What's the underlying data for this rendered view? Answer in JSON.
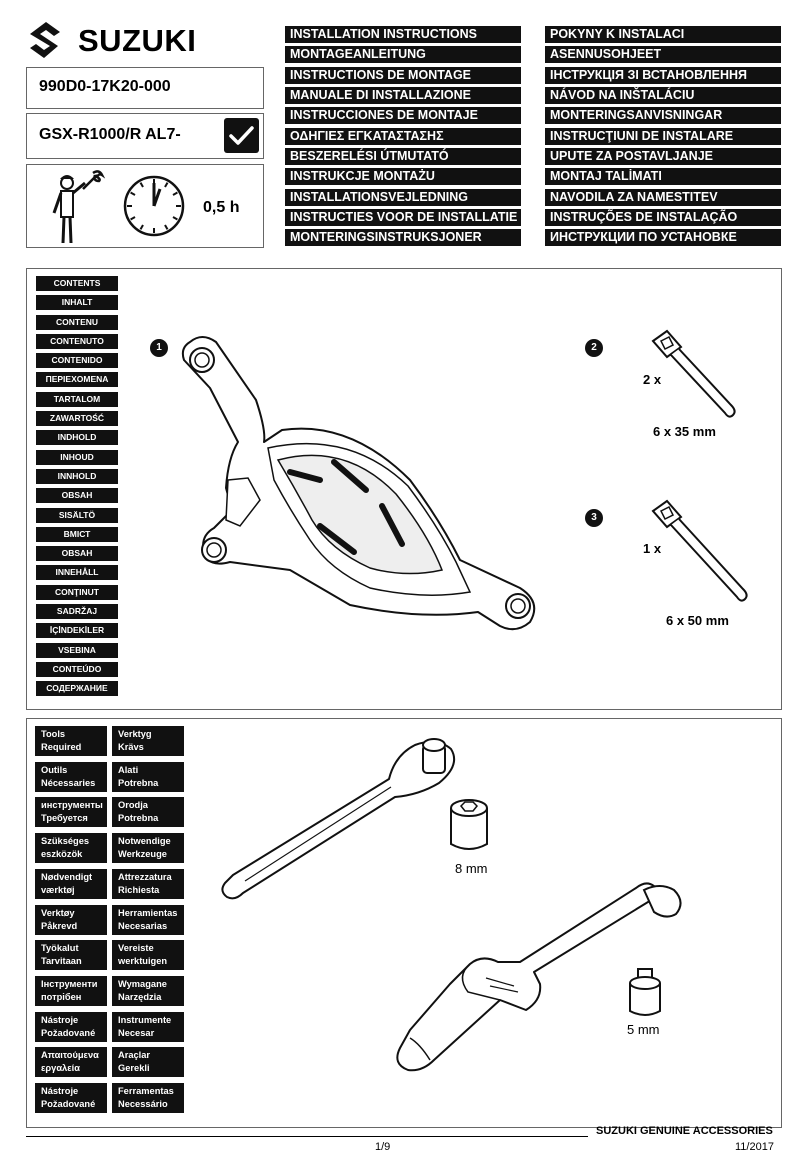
{
  "header": {
    "brand": "SUZUKI",
    "part_number": "990D0-17K20-000",
    "model": "GSX-R1000/R AL7-",
    "time": "0,5 h"
  },
  "titles_left": [
    "INSTALLATION INSTRUCTIONS",
    "MONTAGEANLEITUNG",
    "INSTRUCTIONS DE MONTAGE",
    "MANUALE DI INSTALLAZIONE",
    "INSTRUCCIONES DE MONTAJE",
    "ΟΔΗΓΙΕΣ ΕΓΚΑΤΑΣΤΑΣΗΣ",
    "BESZERELÉSI ÚTMUTATÓ",
    "INSTRUKCJE MONTAŻU",
    "INSTALLATIONSVEJLEDNING",
    "INSTRUCTIES VOOR DE INSTALLATIE",
    "MONTERINGSINSTRUKSJONER"
  ],
  "titles_right": [
    "POKYNY K INSTALACI",
    "ASENNUSOHJEET",
    "ІНСТРУКЦІЯ ЗІ ВСТАНОВЛЕННЯ",
    "NÁVOD NA INŠTALÁCIU",
    "MONTERINGSANVISNINGAR",
    "INSTRUCŢIUNI DE INSTALARE",
    "UPUTE ZA POSTAVLJANJE",
    "MONTAJ TALİMATI",
    "NAVODILA ZA NAMESTITEV",
    "INSTRUÇÕES DE INSTALAÇÃO",
    "ИНСТРУКЦИИ ПО УСТАНОВКЕ"
  ],
  "contents": [
    "CONTENTS",
    "INHALT",
    "CONTENU",
    "CONTENUTO",
    "CONTENIDO",
    "ΠΕΡΙΕΧΟΜΕΝΑ",
    "TARTALOM",
    "ZAWARTOŚĆ",
    "INDHOLD",
    "INHOUD",
    "INNHOLD",
    "OBSAH",
    "SISÄLTÖ",
    "ВМІСТ",
    "OBSAH",
    "INNEHÅLL",
    "CONŢINUT",
    "SADRŽAJ",
    "İÇİNDEKİLER",
    "VSEBINA",
    "CONTEÚDO",
    "СОДЕРЖАНИЕ"
  ],
  "parts": [
    {
      "number": "1"
    },
    {
      "number": "2",
      "qty": "2 x",
      "size": "6 x 35 mm"
    },
    {
      "number": "3",
      "qty": "1 x",
      "size": "6 x 50 mm"
    }
  ],
  "tools_left": [
    [
      "Tools",
      "Required"
    ],
    [
      "Outils",
      "Nécessaries"
    ],
    [
      "инструменты",
      "Требуется"
    ],
    [
      "Szükséges",
      "eszközök"
    ],
    [
      "Nødvendigt",
      "værktøj"
    ],
    [
      "Verktøy",
      "Påkrevd"
    ],
    [
      "Työkalut",
      "Tarvitaan"
    ],
    [
      "Інструменти",
      "потрібен"
    ],
    [
      "Nástroje",
      "Požadované"
    ],
    [
      "Απαιτούμενα",
      "εργαλεία"
    ],
    [
      "Nástroje",
      "Požadované"
    ]
  ],
  "tools_right": [
    [
      "Verktyg",
      "Krävs"
    ],
    [
      "Alati",
      "Potrebna"
    ],
    [
      "Orodja",
      "Potrebna"
    ],
    [
      "Notwendige",
      "Werkzeuge"
    ],
    [
      "Attrezzatura",
      "Richiesta"
    ],
    [
      "Herramientas",
      "Necesarias"
    ],
    [
      "Vereiste",
      "werktuigen"
    ],
    [
      "Wymagane",
      "Narzędzia"
    ],
    [
      "Instrumente",
      "Necesar"
    ],
    [
      "Araçlar",
      "Gerekli"
    ],
    [
      "Ferramentas",
      "Necessário"
    ]
  ],
  "sockets": {
    "socket_1": "8 mm",
    "socket_2": "5 mm"
  },
  "footer": {
    "brand": "SUZUKI GENUINE ACCESSORIES",
    "page": "1/9",
    "date": "11/2017"
  }
}
